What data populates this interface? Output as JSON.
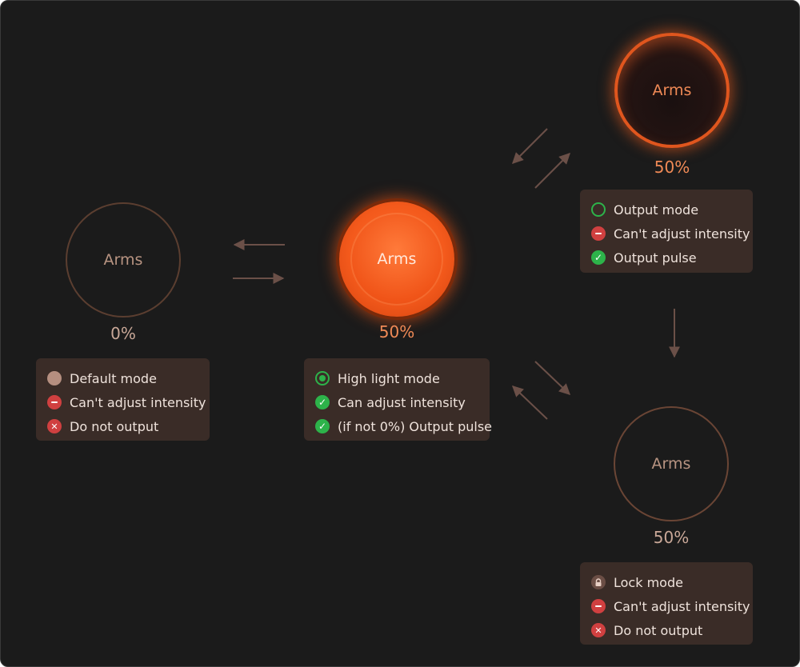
{
  "states": {
    "default": {
      "label": "Arms",
      "percent": "0%",
      "items": [
        {
          "icon": "default-dot-icon",
          "text": "Default mode"
        },
        {
          "icon": "minus-icon",
          "text": "Can't adjust intensity"
        },
        {
          "icon": "x-icon",
          "text": "Do not output"
        }
      ]
    },
    "high": {
      "label": "Arms",
      "percent": "50%",
      "items": [
        {
          "icon": "radio-on-icon",
          "text": "High light mode"
        },
        {
          "icon": "check-icon",
          "text": "Can adjust intensity"
        },
        {
          "icon": "check-icon",
          "text": "(if not 0%) Output pulse"
        }
      ]
    },
    "output": {
      "label": "Arms",
      "percent": "50%",
      "items": [
        {
          "icon": "ring-icon",
          "text": "Output mode"
        },
        {
          "icon": "minus-icon",
          "text": "Can't adjust intensity"
        },
        {
          "icon": "check-icon",
          "text": "Output pulse"
        }
      ]
    },
    "lock": {
      "label": "Arms",
      "percent": "50%",
      "items": [
        {
          "icon": "lock-icon",
          "text": "Lock mode"
        },
        {
          "icon": "minus-icon",
          "text": "Can't adjust intensity"
        },
        {
          "icon": "x-icon",
          "text": "Do not output"
        }
      ]
    }
  },
  "colors": {
    "background": "#1b1b1b",
    "panel": "#3a2c27",
    "accent_orange": "#f45a1c",
    "percent_orange": "#f08a56",
    "percent_muted": "#c9a898",
    "arrow": "#6b5048",
    "positive_green": "#2db34a",
    "negative_red": "#d04040"
  }
}
